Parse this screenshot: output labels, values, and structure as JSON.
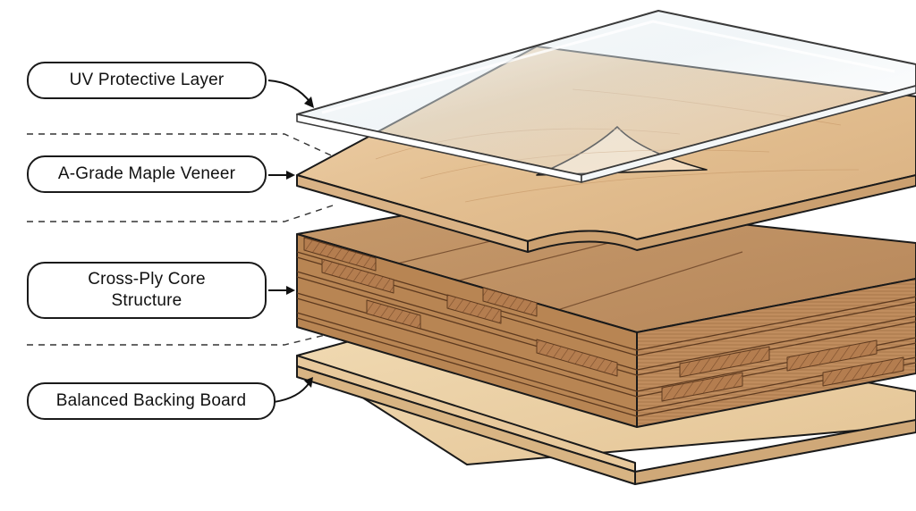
{
  "layers": [
    {
      "id": "uv",
      "label_lines": [
        "UV Protective Layer"
      ]
    },
    {
      "id": "veneer",
      "label_lines": [
        "A-Grade Maple Veneer"
      ]
    },
    {
      "id": "core",
      "label_lines": [
        "Cross-Ply Core",
        "Structure"
      ]
    },
    {
      "id": "backing",
      "label_lines": [
        "Balanced Backing Board"
      ]
    }
  ],
  "colors": {
    "outline": "#1a1a1a",
    "veneer": "#e8c9a0",
    "core_light": "#c99b6c",
    "core_dark": "#8a5a35",
    "backing": "#ecd3a8",
    "glass": "#e6eef2"
  }
}
